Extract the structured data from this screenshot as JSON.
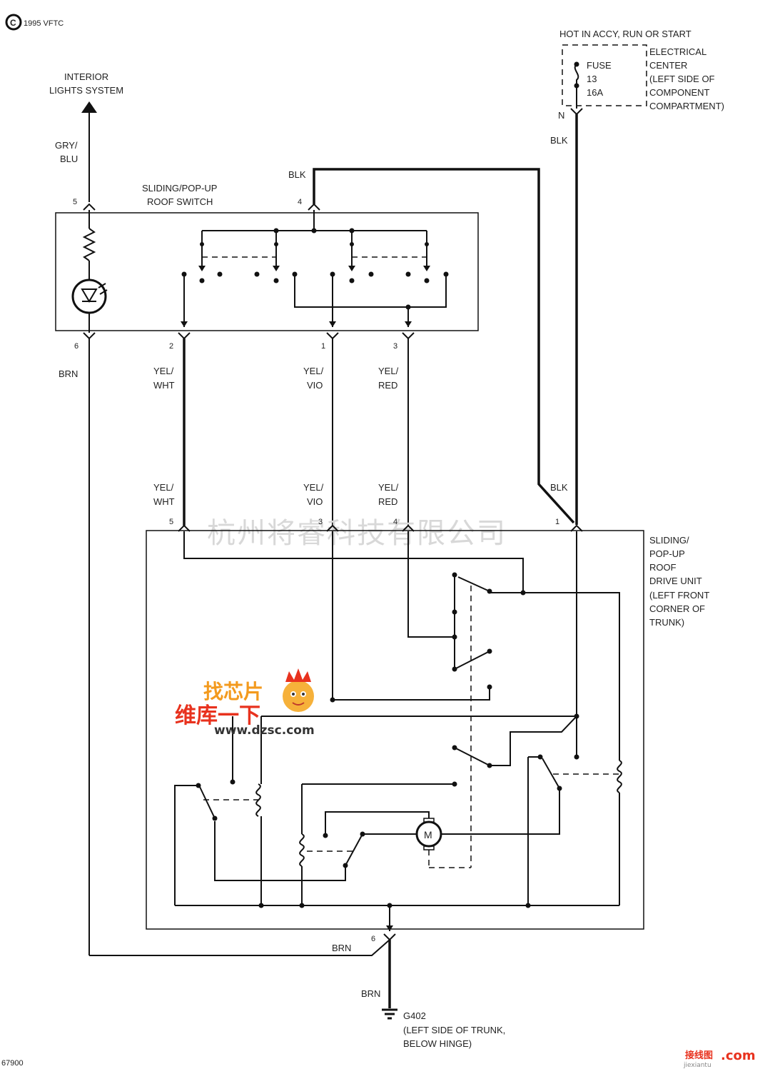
{
  "copyright": "1995 VFTC",
  "figure_id": "67900",
  "top_left_label": [
    "INTERIOR",
    "LIGHTS SYSTEM"
  ],
  "fuse_block": {
    "hot_label": "HOT IN ACCY, RUN OR START",
    "fuse_lines": [
      "FUSE",
      "13",
      "16A"
    ],
    "center_lines": [
      "ELECTRICAL",
      "CENTER",
      "(LEFT SIDE OF",
      "COMPONENT",
      "COMPARTMENT)"
    ],
    "pin": "N"
  },
  "roof_switch": {
    "title_lines": [
      "SLIDING/POP-UP",
      "ROOF SWITCH"
    ],
    "pins": {
      "p5": "5",
      "p4": "4",
      "p6": "6",
      "p2": "2",
      "p1": "1",
      "p3": "3"
    }
  },
  "drive_unit": {
    "title_lines": [
      "SLIDING/",
      "POP-UP",
      "ROOF",
      "DRIVE UNIT",
      "(LEFT FRONT",
      "CORNER OF",
      "TRUNK)"
    ],
    "pins": {
      "p5": "5",
      "p3": "3",
      "p4": "4",
      "p1": "1",
      "p6": "6"
    },
    "motor_label": "M"
  },
  "wires": {
    "gry_blu": [
      "GRY/",
      "BLU"
    ],
    "blk_top": "BLK",
    "blk_fuse": "BLK",
    "blk_lower": "BLK",
    "brn_left": "BRN",
    "yel_wht_top": [
      "YEL/",
      "WHT"
    ],
    "yel_vio_top": [
      "YEL/",
      "VIO"
    ],
    "yel_red_top": [
      "YEL/",
      "RED"
    ],
    "yel_wht_bot": [
      "YEL/",
      "WHT"
    ],
    "yel_vio_bot": [
      "YEL/",
      "VIO"
    ],
    "yel_red_bot": [
      "YEL/",
      "RED"
    ],
    "brn_bottom": "BRN",
    "brn_ground": "BRN"
  },
  "ground": {
    "id": "G402",
    "lines": [
      "(LEFT SIDE OF TRUNK,",
      "BELOW HINGE)"
    ]
  },
  "watermarks": {
    "company": "杭州将睿科技有限公司",
    "logo_line1": "找芯片",
    "logo_line2": "维库一下",
    "logo_url": "www.dzsc.com",
    "corner_logo": "接线图",
    "corner_com": ".com",
    "corner_url": "jiexiantu"
  },
  "colors": {
    "ink": "#111111",
    "watermark_red": "#e8321e",
    "watermark_orange": "#f39a1e"
  }
}
